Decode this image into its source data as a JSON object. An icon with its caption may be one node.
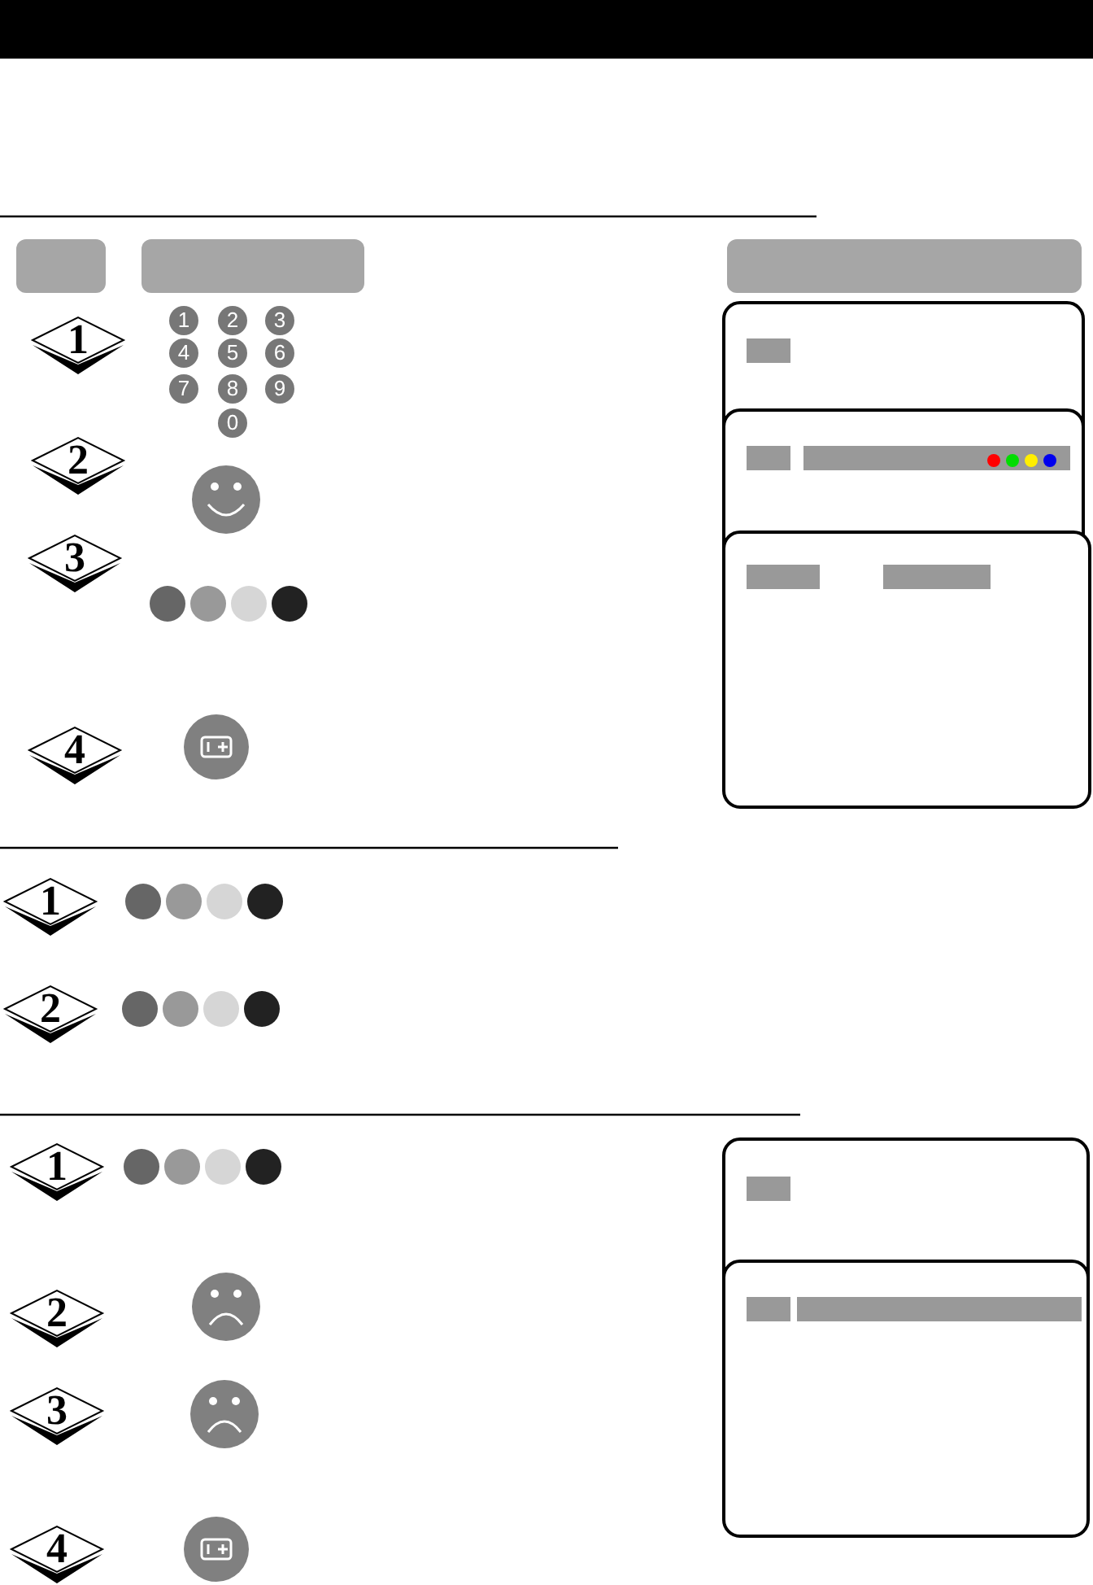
{
  "diagram": {
    "nodes": [
      {
        "text": [
          "1"
        ]
      },
      {
        "text": [
          "2"
        ]
      },
      {
        "text": [
          "3"
        ]
      },
      {
        "text": [
          "4"
        ]
      },
      {
        "text": [
          "1"
        ]
      },
      {
        "text": [
          "2"
        ]
      },
      {
        "text": [
          "1"
        ]
      },
      {
        "text": [
          "2"
        ]
      },
      {
        "text": [
          "3"
        ]
      },
      {
        "text": [
          "4"
        ]
      }
    ],
    "labels": [
      "1",
      "2",
      "3",
      "4",
      "5",
      "6",
      "7",
      "8",
      "9",
      "0"
    ]
  }
}
